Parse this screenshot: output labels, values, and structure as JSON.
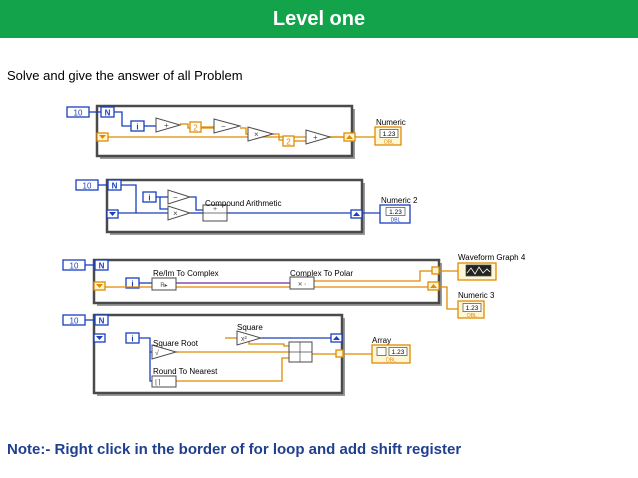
{
  "header": {
    "title": "Level one",
    "bg_color": "#13a34a"
  },
  "instruction": "Solve and give the answer of all Problem",
  "note": "Note:- Right click in the border of for loop and add shift register",
  "colors": {
    "wire_orange": "#e08a00",
    "wire_blue": "#1a3fbf",
    "wire_purple": "#6b2fa8",
    "loop_border": "#4a4a4a",
    "terminal_fill": "#fff6d6"
  },
  "diagrams": {
    "d1": {
      "count": "10",
      "loop_n": "N",
      "index": "i",
      "const1": "2",
      "const2": "2",
      "indicator_label": "Numeric",
      "indicator_value": "1.23",
      "indicator_type": "DBL"
    },
    "d2": {
      "count": "10",
      "loop_n": "N",
      "index": "i",
      "node_label": "Compound Arithmetic",
      "indicator_label": "Numeric 2",
      "indicator_value": "1.23",
      "indicator_type": "DBL"
    },
    "d3": {
      "count": "10",
      "loop_n": "N",
      "index": "i",
      "node1_label": "Re/Im To Complex",
      "node2_label": "Complex To Polar",
      "graph_label": "Waveform Graph 4",
      "indicator_label": "Numeric 3",
      "indicator_value": "1.23",
      "indicator_type": "DBL"
    },
    "d4": {
      "count": "10",
      "loop_n": "N",
      "index": "i",
      "square_label": "Square",
      "sqrt_label": "Square Root",
      "round_label": "Round To Nearest",
      "array_label": "Array",
      "array_value": "1.23",
      "array_type": "DBL"
    }
  }
}
